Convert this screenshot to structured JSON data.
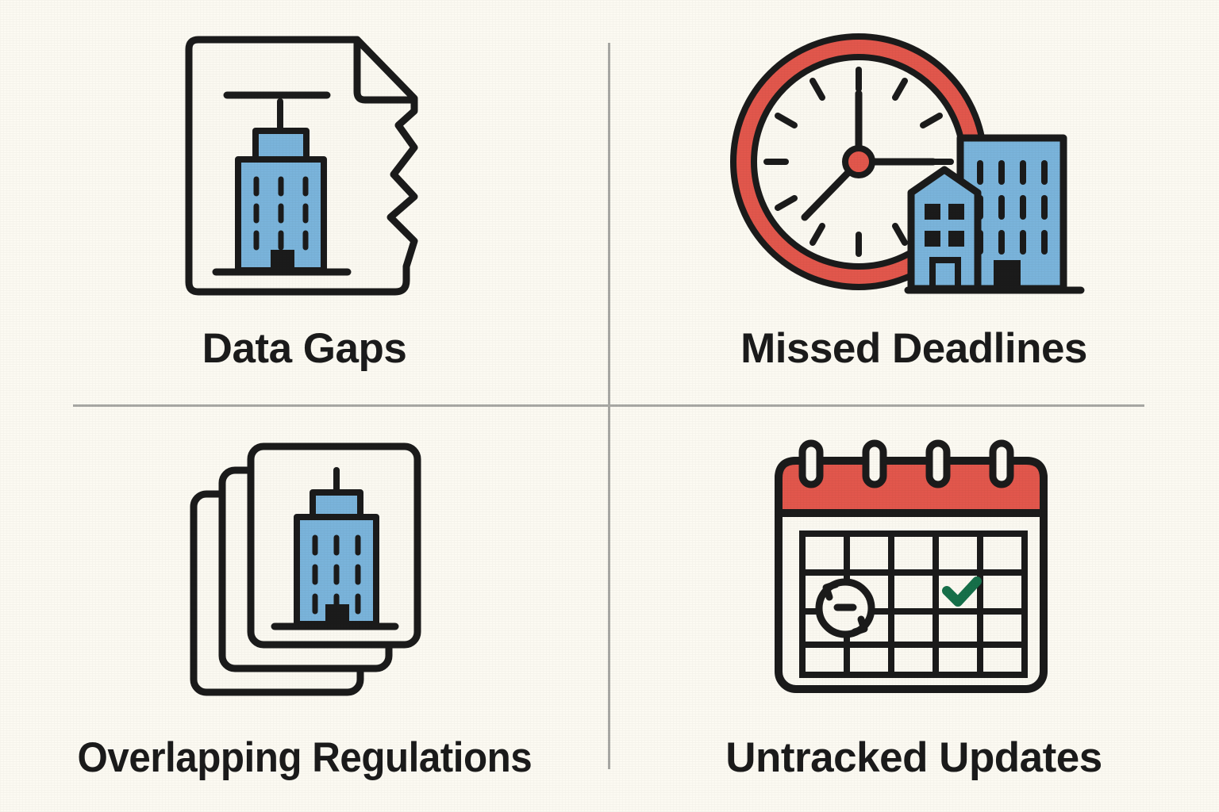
{
  "page": {
    "background_color": "#FCFAF2",
    "layout": "2x2-icon-grid",
    "divider_color": "#A8A8A4"
  },
  "palette": {
    "ink": "#1B1B1B",
    "blue": "#7AB4DB",
    "red": "#E2574C",
    "green": "#16704A",
    "paper": "#FBF9F1",
    "background": "#FCFAF2",
    "divider": "#A8A8A4"
  },
  "cells": [
    {
      "id": "data-gaps",
      "label": "Data Gaps",
      "icon": "torn-document-building-icon",
      "icon_description": "A sheet of paper with a folded top-right corner and a torn jagged right edge, containing a blue office tower",
      "colors": {
        "fill": "#7AB4DB",
        "stroke": "#1B1B1B"
      },
      "position": "top-left"
    },
    {
      "id": "missed-deadlines",
      "label": "Missed Deadlines",
      "icon": "clock-buildings-icon",
      "icon_description": "A red-rimmed analog clock with three hands overlapped by two blue buildings",
      "colors": {
        "ring": "#E2574C",
        "fill": "#7AB4DB",
        "stroke": "#1B1B1B"
      },
      "position": "top-right"
    },
    {
      "id": "overlapping-regulations",
      "label": "Overlapping Regulations",
      "icon": "stacked-documents-building-icon",
      "icon_description": "Three stacked document sheets, the front one showing a blue office tower",
      "colors": {
        "fill": "#7AB4DB",
        "stroke": "#1B1B1B"
      },
      "position": "bottom-left"
    },
    {
      "id": "untracked-updates",
      "label": "Untracked Updates",
      "icon": "calendar-refresh-check-icon",
      "icon_description": "A wall calendar with red header band, four binder rings, a 5x4 date grid, a refresh/sync circular arrow on one date and a green check mark on another",
      "colors": {
        "header": "#E2574C",
        "check": "#16704A",
        "stroke": "#1B1B1B"
      },
      "position": "bottom-right"
    }
  ]
}
